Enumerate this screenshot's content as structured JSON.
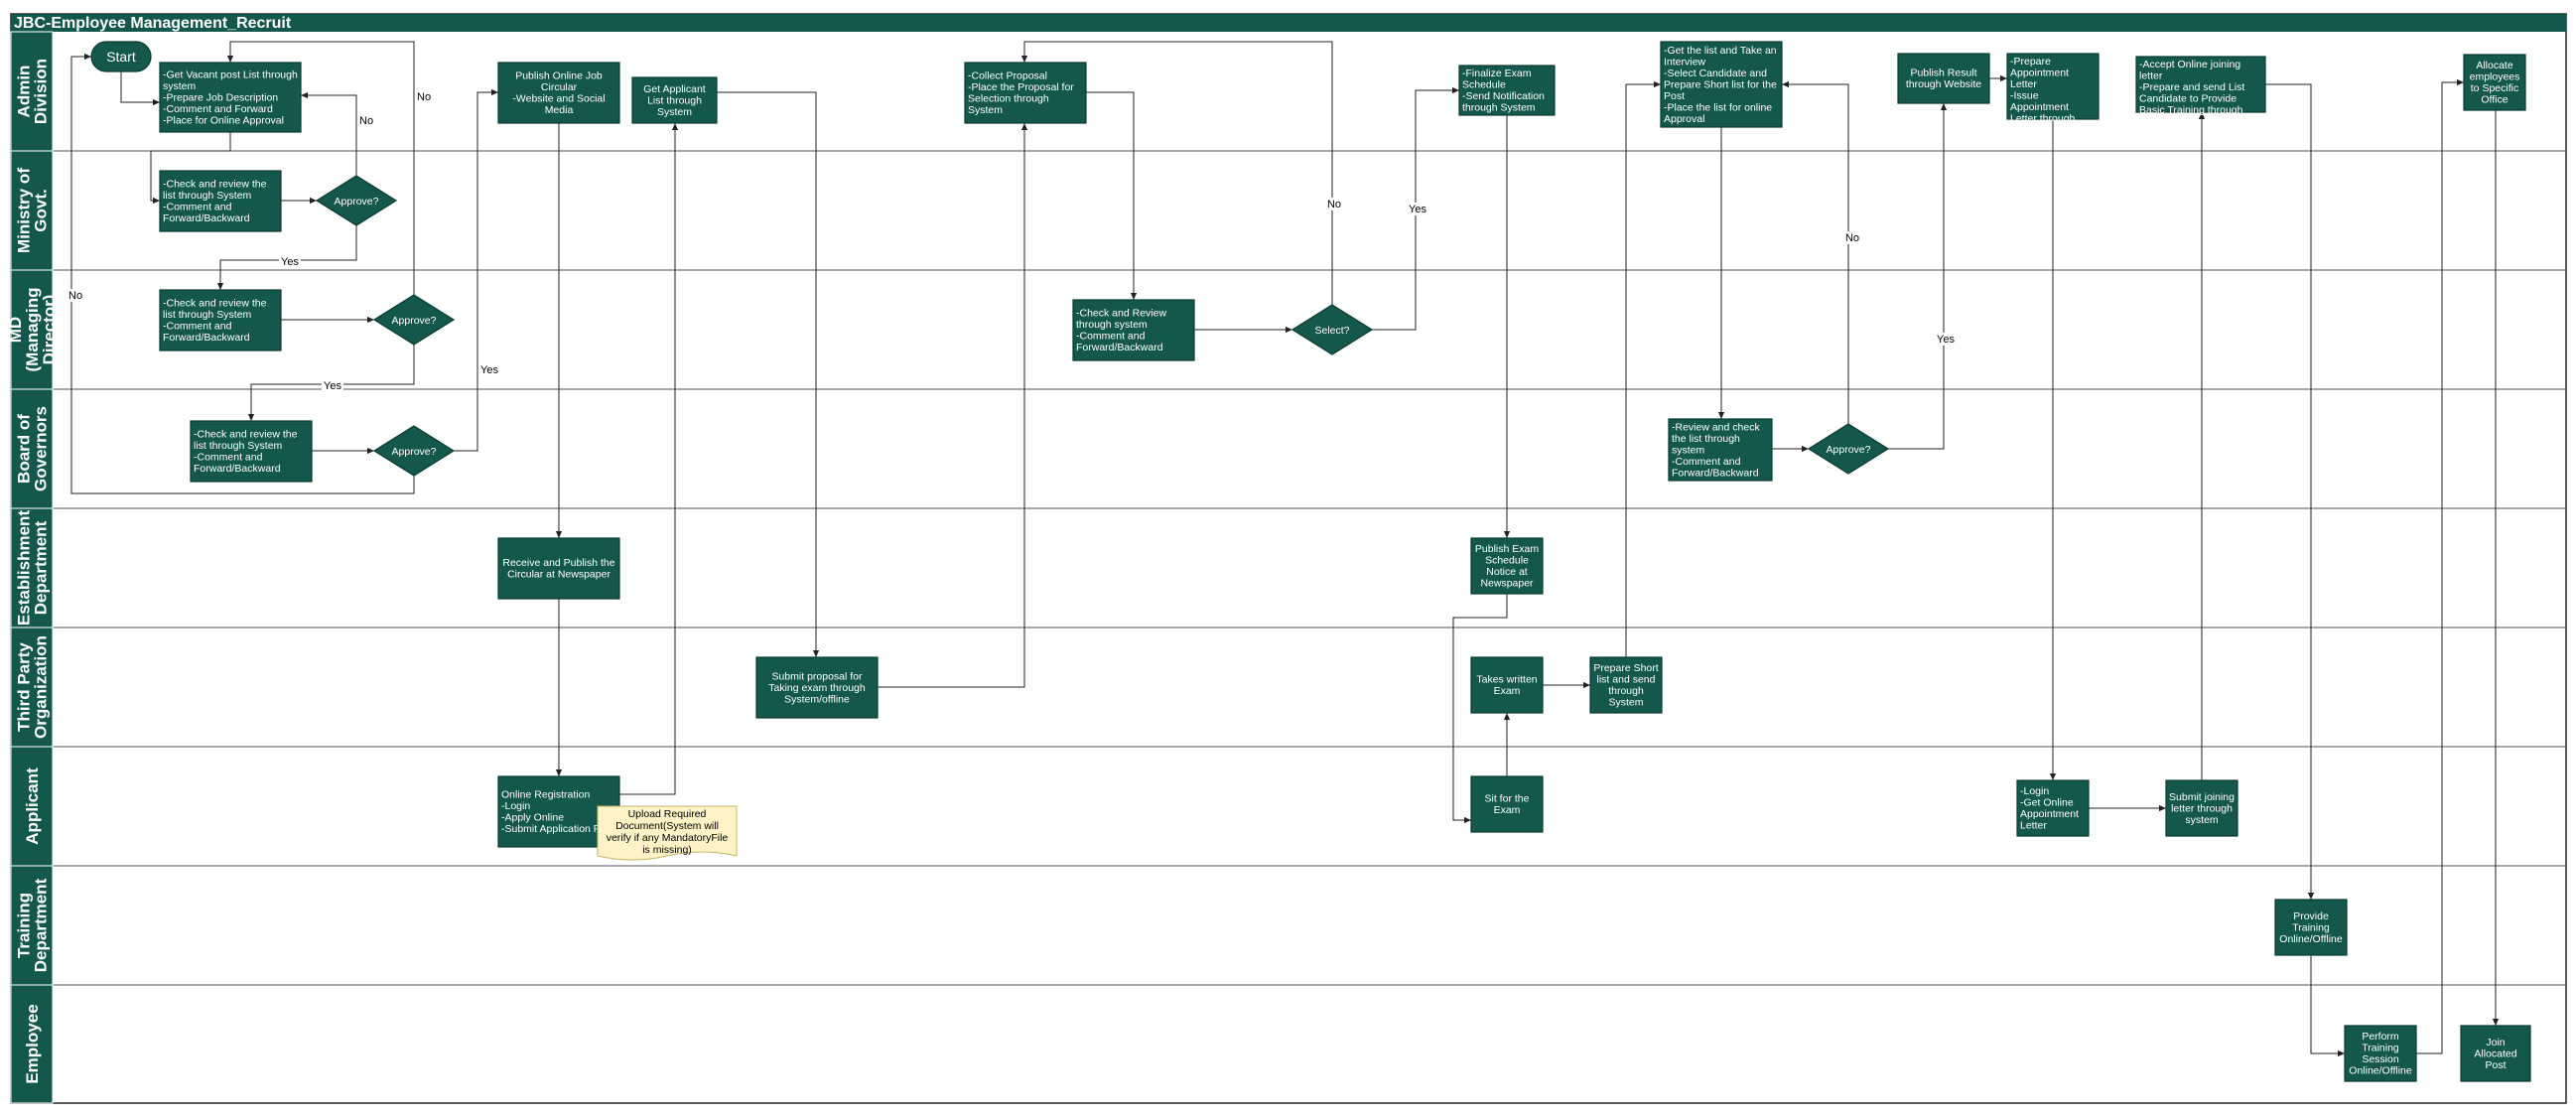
{
  "title": "JBC-Employee Management_Recruit",
  "colors": {
    "node_fill": "#14574c",
    "node_stroke": "#0b3a32",
    "header_fill": "#14574c",
    "lane_line": "#555555",
    "edge": "#222222",
    "note_fill": "#fdf3c6",
    "note_stroke": "#c9b66a"
  },
  "lanes": [
    {
      "id": "admin",
      "label": "Admin Division"
    },
    {
      "id": "ministry",
      "label": "Ministry of Govt."
    },
    {
      "id": "md",
      "label": "MD (Managing Director)"
    },
    {
      "id": "bog",
      "label": "Board of Governors"
    },
    {
      "id": "est",
      "label": "Establishment Department"
    },
    {
      "id": "third",
      "label": "Third Party Organization"
    },
    {
      "id": "applicant",
      "label": "Applicant"
    },
    {
      "id": "training",
      "label": "Training Department"
    },
    {
      "id": "employee",
      "label": "Employee"
    }
  ],
  "nodes": [
    {
      "id": "start",
      "shape": "terminal",
      "text": "Start"
    },
    {
      "id": "vacant",
      "shape": "process",
      "text": "-Get Vacant post List through system\n-Prepare Job Description\n-Comment and Forward\n-Place for Online Approval"
    },
    {
      "id": "min_review",
      "shape": "process",
      "text": "-Check and review the list through System\n-Comment and Forward/Backward"
    },
    {
      "id": "min_approve",
      "shape": "decision",
      "text": "Approve?"
    },
    {
      "id": "md_review",
      "shape": "process",
      "text": "-Check and review the list through System\n-Comment and Forward/Backward"
    },
    {
      "id": "md_approve",
      "shape": "decision",
      "text": "Approve?"
    },
    {
      "id": "bog_review",
      "shape": "process",
      "text": "-Check and review the list through System\n-Comment and Forward/Backward"
    },
    {
      "id": "bog_approve",
      "shape": "decision",
      "text": "Approve?"
    },
    {
      "id": "publish_online",
      "shape": "process",
      "text": "Publish Online Job Circular\n-Website and Social Media"
    },
    {
      "id": "newspaper",
      "shape": "process",
      "text": "Receive and Publish the Circular at Newspaper"
    },
    {
      "id": "online_reg",
      "shape": "process",
      "text": "Online Registration\n-Login\n-Apply Online\n-Submit Application Fee"
    },
    {
      "id": "upload_note",
      "shape": "note",
      "text": "Upload Required Document(System will verify if any MandatoryFile is missing)"
    },
    {
      "id": "get_applicant",
      "shape": "process",
      "text": "Get Applicant List through System"
    },
    {
      "id": "submit_proposal",
      "shape": "process",
      "text": "Submit proposal for Taking exam through System/offline"
    },
    {
      "id": "collect_proposal",
      "shape": "process",
      "text": "-Collect Proposal\n-Place the Proposal for Selection through System"
    },
    {
      "id": "md_check",
      "shape": "process",
      "text": "-Check and Review through system\n-Comment and Forward/Backward"
    },
    {
      "id": "select",
      "shape": "decision",
      "text": "Select?"
    },
    {
      "id": "finalize_exam",
      "shape": "process",
      "text": "-Finalize Exam Schedule\n-Send Notification through System"
    },
    {
      "id": "publish_exam",
      "shape": "process",
      "text": "Publish Exam Schedule Notice at Newspaper"
    },
    {
      "id": "sit_exam",
      "shape": "process",
      "text": "Sit for the Exam"
    },
    {
      "id": "written_exam",
      "shape": "process",
      "text": "Takes written Exam"
    },
    {
      "id": "short_list",
      "shape": "process",
      "text": "Prepare Short list and send through System"
    },
    {
      "id": "interview",
      "shape": "process",
      "text": "-Get the list and Take an Interview\n-Select Candidate and Prepare Short list for the Post\n-Place the list for online Approval"
    },
    {
      "id": "bog_check",
      "shape": "process",
      "text": "-Review and check the list through system\n-Comment and Forward/Backward"
    },
    {
      "id": "bog_approve2",
      "shape": "decision",
      "text": "Approve?"
    },
    {
      "id": "publish_result",
      "shape": "process",
      "text": "Publish Result through Website"
    },
    {
      "id": "appointment",
      "shape": "process",
      "text": "-Prepare Appointment Letter\n-Issue Appointment Letter through System"
    },
    {
      "id": "get_appointment",
      "shape": "process",
      "text": "-Login\n-Get Online Appointment Letter"
    },
    {
      "id": "submit_joining",
      "shape": "process",
      "text": "Submit joining letter through system"
    },
    {
      "id": "accept_joining",
      "shape": "process",
      "text": "-Accept Online joining letter\n-Prepare and send List Candidate to Provide Basic Training through System"
    },
    {
      "id": "provide_training",
      "shape": "process",
      "text": "Provide Training Online/Offline"
    },
    {
      "id": "perform_training",
      "shape": "process",
      "text": "Perform Training Session Online/Offline"
    },
    {
      "id": "allocate",
      "shape": "process",
      "text": "Allocate employees to Specific Office"
    },
    {
      "id": "join_post",
      "shape": "process",
      "text": "Join Allocated Post"
    }
  ],
  "edges": [
    {
      "from": "start",
      "to": "vacant",
      "label": ""
    },
    {
      "from": "vacant",
      "to": "min_review",
      "label": ""
    },
    {
      "from": "min_review",
      "to": "min_approve",
      "label": ""
    },
    {
      "from": "min_approve",
      "to": "vacant",
      "label": "No"
    },
    {
      "from": "min_approve",
      "to": "md_review",
      "label": "Yes"
    },
    {
      "from": "md_review",
      "to": "md_approve",
      "label": ""
    },
    {
      "from": "md_approve",
      "to": "vacant",
      "label": "No"
    },
    {
      "from": "md_approve",
      "to": "bog_review",
      "label": "Yes"
    },
    {
      "from": "bog_review",
      "to": "bog_approve",
      "label": ""
    },
    {
      "from": "bog_approve",
      "to": "vacant",
      "label": "No"
    },
    {
      "from": "bog_approve",
      "to": "publish_online",
      "label": "Yes"
    },
    {
      "from": "publish_online",
      "to": "newspaper",
      "label": ""
    },
    {
      "from": "newspaper",
      "to": "online_reg",
      "label": ""
    },
    {
      "from": "online_reg",
      "to": "get_applicant",
      "label": ""
    },
    {
      "from": "get_applicant",
      "to": "submit_proposal",
      "label": ""
    },
    {
      "from": "submit_proposal",
      "to": "collect_proposal",
      "label": ""
    },
    {
      "from": "collect_proposal",
      "to": "md_check",
      "label": ""
    },
    {
      "from": "md_check",
      "to": "select",
      "label": ""
    },
    {
      "from": "select",
      "to": "collect_proposal",
      "label": "No"
    },
    {
      "from": "select",
      "to": "finalize_exam",
      "label": "Yes"
    },
    {
      "from": "finalize_exam",
      "to": "publish_exam",
      "label": ""
    },
    {
      "from": "publish_exam",
      "to": "sit_exam",
      "label": ""
    },
    {
      "from": "sit_exam",
      "to": "written_exam",
      "label": ""
    },
    {
      "from": "written_exam",
      "to": "short_list",
      "label": ""
    },
    {
      "from": "short_list",
      "to": "interview",
      "label": ""
    },
    {
      "from": "interview",
      "to": "bog_check",
      "label": ""
    },
    {
      "from": "bog_check",
      "to": "bog_approve2",
      "label": ""
    },
    {
      "from": "bog_approve2",
      "to": "interview",
      "label": "No"
    },
    {
      "from": "bog_approve2",
      "to": "publish_result",
      "label": "Yes"
    },
    {
      "from": "publish_result",
      "to": "appointment",
      "label": ""
    },
    {
      "from": "appointment",
      "to": "get_appointment",
      "label": ""
    },
    {
      "from": "get_appointment",
      "to": "submit_joining",
      "label": ""
    },
    {
      "from": "submit_joining",
      "to": "accept_joining",
      "label": ""
    },
    {
      "from": "accept_joining",
      "to": "provide_training",
      "label": ""
    },
    {
      "from": "provide_training",
      "to": "perform_training",
      "label": ""
    },
    {
      "from": "perform_training",
      "to": "allocate",
      "label": ""
    },
    {
      "from": "allocate",
      "to": "join_post",
      "label": ""
    }
  ]
}
